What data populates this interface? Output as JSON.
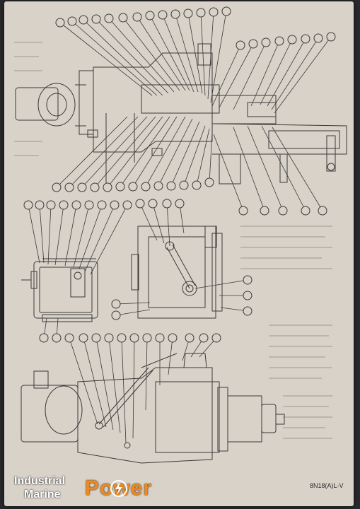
{
  "doc_code": "8N18(A)L-V",
  "logo": {
    "line1": "Industrial",
    "line2": "Marine",
    "brand": "Power",
    "bolt_icon": "lightning-bolt-icon",
    "colors": {
      "text": "#ffffff",
      "accent": "#f08a1c"
    }
  },
  "colors": {
    "paper": "#d8d2c9",
    "ink": "#3a3a3a",
    "background": "#2a2a2c"
  }
}
